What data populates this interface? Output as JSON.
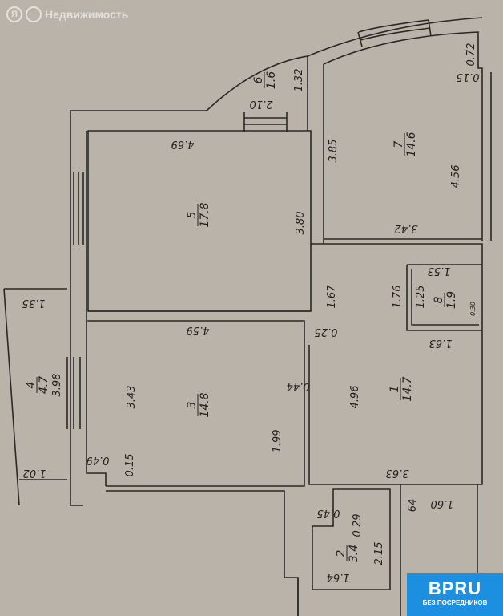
{
  "watermark": {
    "logo_letter": "Я",
    "text": "Недвижимость"
  },
  "badge": {
    "title": "BPRU",
    "subtitle": "БЕЗ ПОСРЕДНИКОВ"
  },
  "rooms": [
    {
      "number": "1",
      "area": "14.7"
    },
    {
      "number": "2",
      "area": "3.4"
    },
    {
      "number": "3",
      "area": "14.8"
    },
    {
      "number": "4",
      "area": "4.7"
    },
    {
      "number": "5",
      "area": "17.8"
    },
    {
      "number": "6",
      "area": "1.6"
    },
    {
      "number": "7",
      "area": "14.6"
    },
    {
      "number": "8",
      "area": "1.9"
    }
  ],
  "dimensions": {
    "r6_a": "1.32",
    "r6_b": "2.10",
    "r5_top": "4.69",
    "r5_side": "3.80",
    "r7_left": "3.85",
    "r7_right": "4.56",
    "r7_top": "0.72",
    "r7_notch": "0.15",
    "r7_bottom": "3.42",
    "r4_top": "1.35",
    "r4_side": "3.98",
    "r4_bottom": "1.02",
    "r3_top": "4.59",
    "r3_left": "3.43",
    "r3_right": "1.99",
    "r3_notch_a": "0.49",
    "r3_notch_b": "0.15",
    "r3_door": "0.44",
    "r1_a": "1.67",
    "r1_b": "0.25",
    "r1_left": "4.96",
    "r1_c": "1.76",
    "r1_d": "1.63",
    "r1_bottom": "3.63",
    "r8_a": "1.25",
    "r8_top": "1.53",
    "r8_b": "0.30",
    "r2_a": "0.29",
    "r2_b": "0.45",
    "r2_side": "2.15",
    "r2_bottom": "1.64",
    "h_a": "64",
    "h_b": "1.60"
  }
}
